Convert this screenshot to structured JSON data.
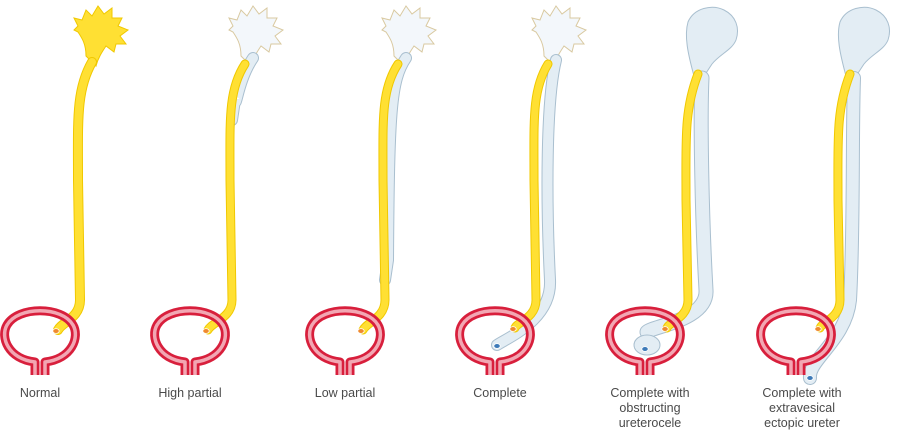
{
  "colors": {
    "ureter": "#ffe033",
    "ureter_edge": "#f0c800",
    "dilated": "#e3edf4",
    "dilated_edge": "#a9bfcf",
    "bladder_fill": "#f2a7b3",
    "bladder_edge": "#d81f3c",
    "orifice_normal": "#f08a2e",
    "orifice_ectopic": "#3d7ab8",
    "label": "#4a4a4a"
  },
  "panels": [
    {
      "id": "normal",
      "label_lines": [
        "Normal"
      ],
      "duplication": "none"
    },
    {
      "id": "high-partial",
      "label_lines": [
        "High partial"
      ],
      "duplication": "high-partial"
    },
    {
      "id": "low-partial",
      "label_lines": [
        "Low partial"
      ],
      "duplication": "low-partial"
    },
    {
      "id": "complete",
      "label_lines": [
        "Complete"
      ],
      "duplication": "complete"
    },
    {
      "id": "complete-ureterocele",
      "label_lines": [
        "Complete with",
        "obstructing",
        "ureterocele"
      ],
      "duplication": "ureterocele"
    },
    {
      "id": "complete-ectopic",
      "label_lines": [
        "Complete with",
        "extravesical",
        "ectopic ureter"
      ],
      "duplication": "ectopic"
    }
  ]
}
